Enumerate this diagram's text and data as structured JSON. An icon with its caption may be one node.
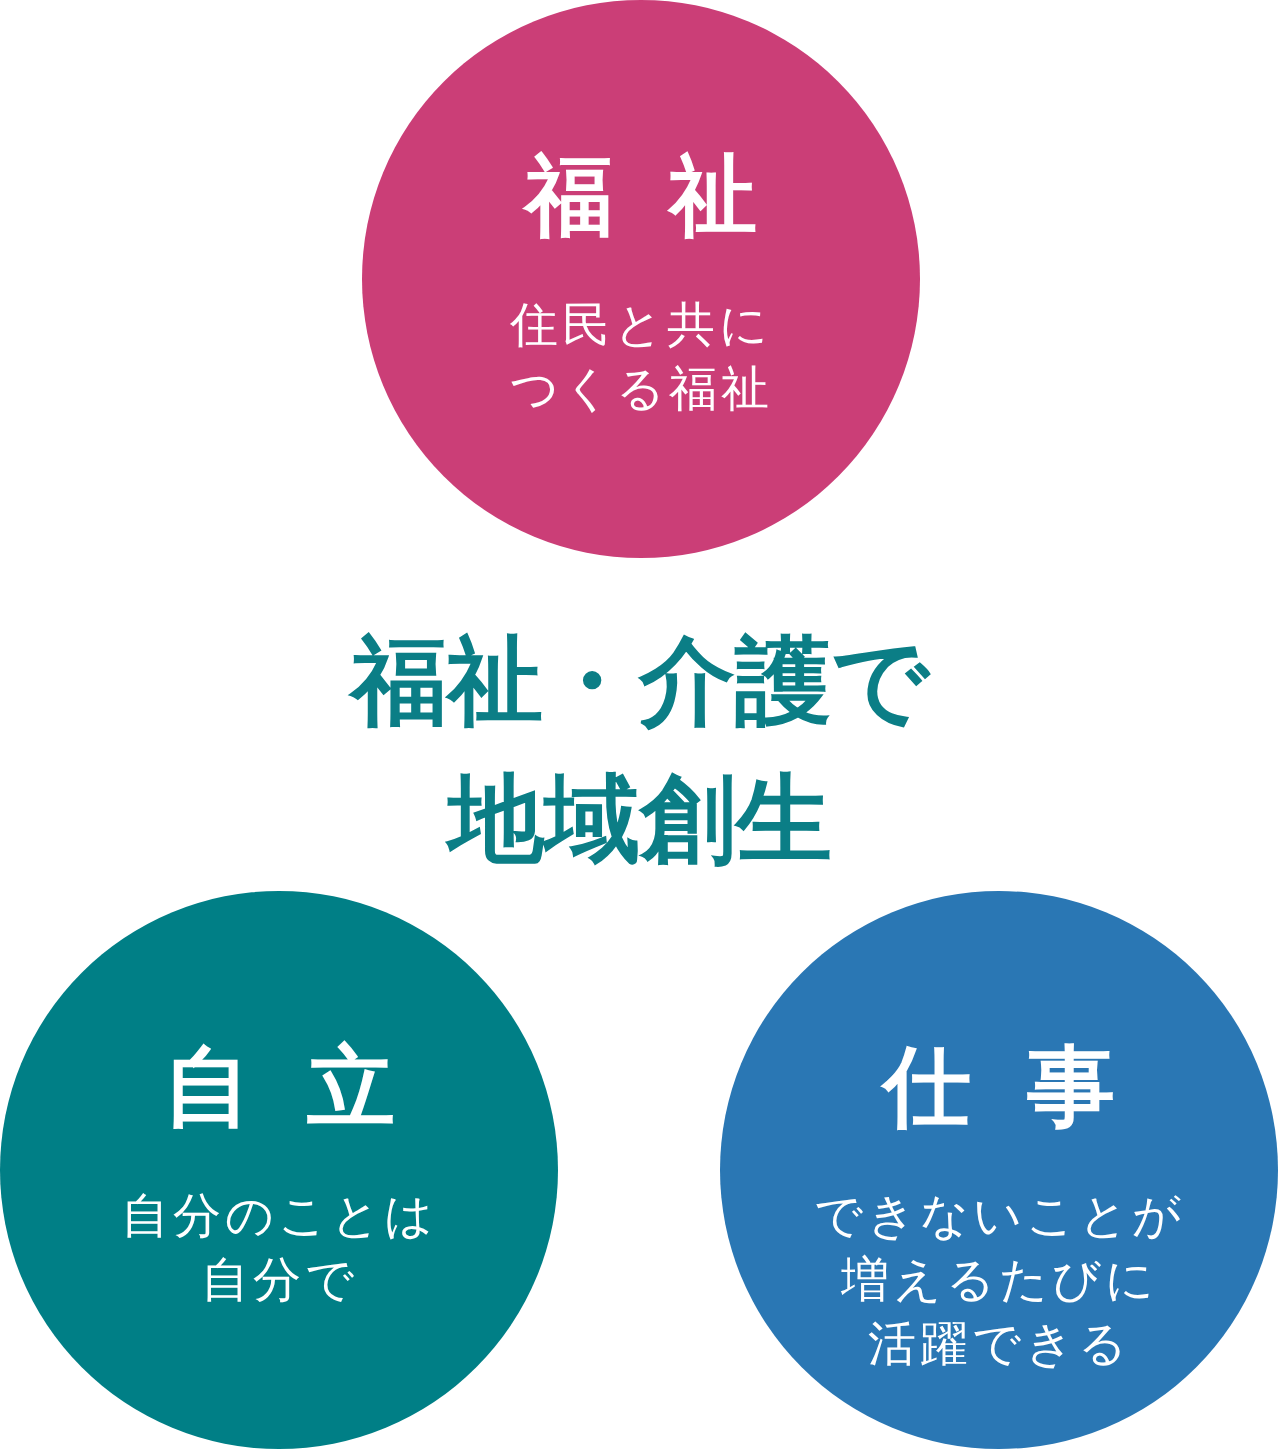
{
  "diagram": {
    "title": "福祉・介護で地域創生",
    "nodes": [
      {
        "text": [
          "福祉",
          "住民と共につくる福祉"
        ]
      },
      {
        "text": [
          "自立",
          "自分のことは自分で"
        ]
      },
      {
        "text": [
          "仕事",
          "できないことが増えるたびに活躍できる"
        ]
      }
    ]
  }
}
